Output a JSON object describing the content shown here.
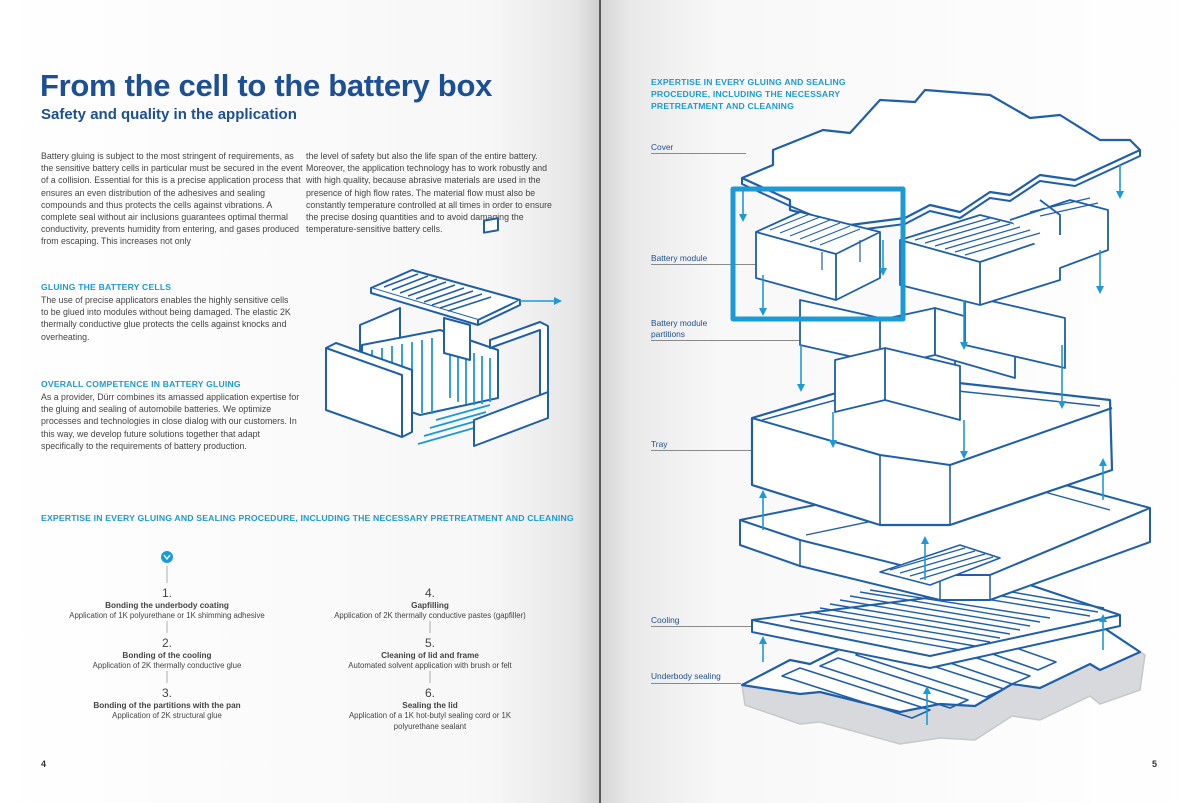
{
  "left_page": {
    "title": "From the cell to the battery box",
    "subtitle": "Safety and quality in the application",
    "intro_col1": "Battery gluing is subject to the most stringent of requirements, as the sensitive battery cells in particular must be secured in the event of a collision. Essential for this is a precise application process that ensures an even distribution of the adhesives and sealing compounds and thus protects the cells against vibrations. A complete seal without air inclusions guarantees optimal thermal conductivity, prevents humidity from entering, and gases produced from escaping. This increases not only",
    "intro_col2": "the level of safety but also the life span of the entire battery. Moreover, the application technology has to work robustly and with high quality, because abrasive materials are used in the presence of high flow rates. The material flow must also be constantly temperature controlled at all times in order to ensure the precise dosing quantities and to avoid damaging the temperature-sensitive battery cells.",
    "gluing_heading": "GLUING THE BATTERY CELLS",
    "gluing_text": "The use of precise applicators enables the highly sensitive cells to be glued into modules without being damaged. The elastic 2K thermally conductive glue protects the cells against knocks and overheating.",
    "competence_heading": "OVERALL COMPETENCE IN BATTERY GLUING",
    "competence_text": "As a provider, Dürr combines its amassed application expertise for the gluing and sealing of automobile batteries. We optimize processes and technologies in close dialog with our customers. In this way, we develop future solutions together that adapt specifically to the requirements of battery production.",
    "expertise_heading": "EXPERTISE IN EVERY GLUING AND SEALING PROCEDURE, INCLUDING THE NECESSARY PRETREATMENT AND CLEANING",
    "steps": [
      {
        "num": "1.",
        "title": "Bonding the underbody coating",
        "desc": "Application of 1K polyurethane or 1K shimming adhesive"
      },
      {
        "num": "2.",
        "title": "Bonding of the cooling",
        "desc": "Application of 2K thermally conductive glue"
      },
      {
        "num": "3.",
        "title": "Bonding of the partitions with the pan",
        "desc": "Application of 2K structural glue"
      },
      {
        "num": "4.",
        "title": "Gapfilling",
        "desc": "Application of 2K thermally conductive pastes (gapfiller)"
      },
      {
        "num": "5.",
        "title": "Cleaning of lid and frame",
        "desc": "Automated solvent application with brush or felt"
      },
      {
        "num": "6.",
        "title": "Sealing the lid",
        "desc": "Application of a 1K hot-butyl sealing cord or 1K polyurethane sealant"
      }
    ],
    "page_number": "4"
  },
  "right_page": {
    "heading": "EXPERTISE IN EVERY GLUING AND SEALING PROCEDURE, INCLUDING THE NECESSARY PRETREATMENT AND CLEANING",
    "labels": {
      "cover": "Cover",
      "battery_module": "Battery module",
      "partitions": "Battery module partitions",
      "tray": "Tray",
      "cooling": "Cooling",
      "underbody": "Underbody sealing"
    },
    "page_number": "5"
  },
  "colors": {
    "navy": "#1c4f94",
    "accent_blue": "#1b9ad6",
    "line_blue": "#1f5fa8",
    "text": "#444444"
  }
}
